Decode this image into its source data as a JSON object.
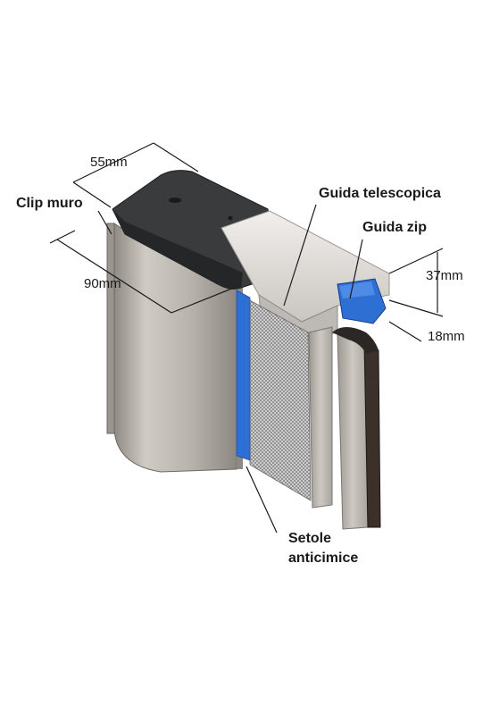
{
  "labels": {
    "width": "55mm",
    "clip_muro": "Clip muro",
    "depth": "90mm",
    "guida_telescopica": "Guida telescopica",
    "guida_zip": "Guida zip",
    "height_37": "37mm",
    "width_18": "18mm",
    "setole_1": "Setole",
    "setole_2": "anticimice"
  },
  "colors": {
    "cap": "#3a3b3d",
    "housing": "#b3aea8",
    "guide": "#e8e6e2",
    "zip": "#2e6fd4",
    "rail_dark": "#3b302a"
  }
}
